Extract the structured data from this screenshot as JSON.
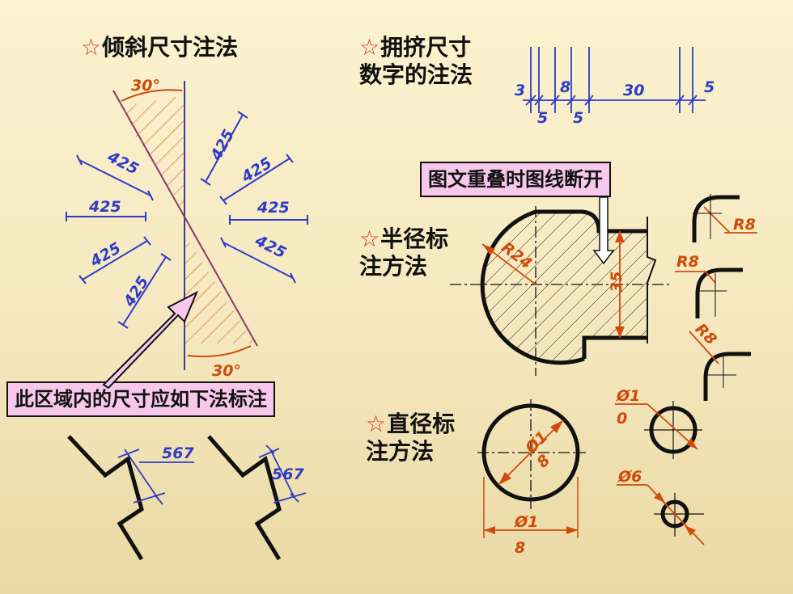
{
  "headings": {
    "oblique": "倾斜尺寸注法",
    "crowded_l1": "拥挤尺寸",
    "crowded_l2": "数字的注法",
    "radius_l1": "半径标",
    "radius_l2": "注方法",
    "diameter_l1": "直径标",
    "diameter_l2": "注方法"
  },
  "star_icon": "☆",
  "notes": {
    "region": "此区域内的尺寸应如下法标注",
    "overlap": "图文重叠时图线断开"
  },
  "oblique_dims": {
    "angle_top": "30°",
    "angle_bottom": "30°",
    "values": [
      "425",
      "425",
      "425",
      "425",
      "425",
      "425",
      "425",
      "425"
    ]
  },
  "zigzag_dims": [
    "567",
    "567"
  ],
  "crowded_dims": {
    "a": "3",
    "b": "8",
    "c": "30",
    "d": "5",
    "e": "5",
    "f": "5"
  },
  "radius_dims": {
    "r24": "R24",
    "h35": "35",
    "r8_a": "R8",
    "r8_b": "R8",
    "r8_c": "R8"
  },
  "diameter_dims": {
    "circle_l1": "Ø1",
    "circle_l2": "8",
    "bottom_l1": "Ø1",
    "bottom_l2": "8",
    "small_l1": "Ø1",
    "small_l2": "0",
    "tiny": "Ø6"
  },
  "colors": {
    "dimension_blue": "#2e3cc8",
    "dimension_red": "#d04a0a",
    "outline": "#111111",
    "note_fill": "#f7c8ec",
    "hatch_red": "#d04a0a"
  }
}
